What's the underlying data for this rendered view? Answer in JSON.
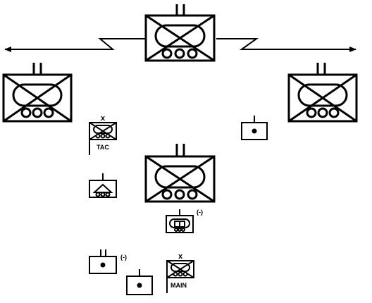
{
  "diagram": {
    "colors": {
      "stroke": "#000000",
      "background": "#ffffff"
    },
    "labels": {
      "tac": "TAC",
      "main": "MAIN",
      "tac_echelon": "x",
      "main_echelon": "x",
      "reduced_1": "(-)",
      "reduced_2": "(-)"
    },
    "symbol_types": {
      "armor_battalion": "armored-cavalry-battalion-symbol",
      "command_post": "command-post-symbol",
      "support_unit": "support-unit-symbol",
      "wheeled_unit": "wheeled-unit-symbol"
    }
  }
}
